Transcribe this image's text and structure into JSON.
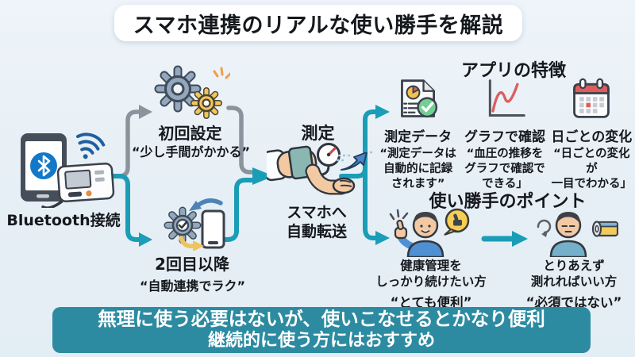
{
  "title": "スマホ連携のリアルな使い勝手を解説",
  "colors": {
    "background": "#e8f0f6",
    "accent_teal": "#1a9db6",
    "flow_gray": "#8b939c",
    "banner_teal": "#2d8ba1",
    "banner_text": "#ffffff",
    "text": "#15181c"
  },
  "flow": {
    "bluetooth": {
      "icon": "smartphone-bluetooth-monitor-icon",
      "label": "Bluetooth接続"
    },
    "first_setup": {
      "icon": "gears-icon",
      "label": "初回設定",
      "quote": "“少し手間がかかる”"
    },
    "repeat_use": {
      "icon": "auto-sync-phone-icon",
      "label": "2回目以降",
      "quote": "“自動連携でラク”"
    },
    "measure": {
      "icon": "arm-cuff-gauge-icon",
      "label": "測定",
      "send_icon": "send-arrow-icon",
      "transfer_label": "スマホへ\n自動転送"
    }
  },
  "app_features": {
    "header": "アプリの特徴",
    "items": [
      {
        "icon": "report-check-icon",
        "label": "測定データ",
        "quote": "“測定データは\n自動的に記録\nされます”"
      },
      {
        "icon": "line-graph-icon",
        "label": "グラフで確認",
        "quote": "“血圧の推移を\nグラフで確認で\nできる」"
      },
      {
        "icon": "calendar-icon",
        "label": "日ごとの変化",
        "quote": "“日ごとの変化が\n一目でわかる」"
      }
    ]
  },
  "usability": {
    "header": "使い勝手のポイント",
    "personas": [
      {
        "icon": "person-thumbs-up-icon",
        "label": "健康管理を\nしっかり続けたい方",
        "quote": "“とても便利”"
      },
      {
        "icon": "person-neutral-icon",
        "label": "とりあえず\n測れればいい方",
        "quote": "“必須ではない”"
      }
    ]
  },
  "footer": {
    "line1": "無理に使う必要はないが、使いこなせるとかなり便利",
    "line2": "継続的に使う方にはおすすめ"
  }
}
